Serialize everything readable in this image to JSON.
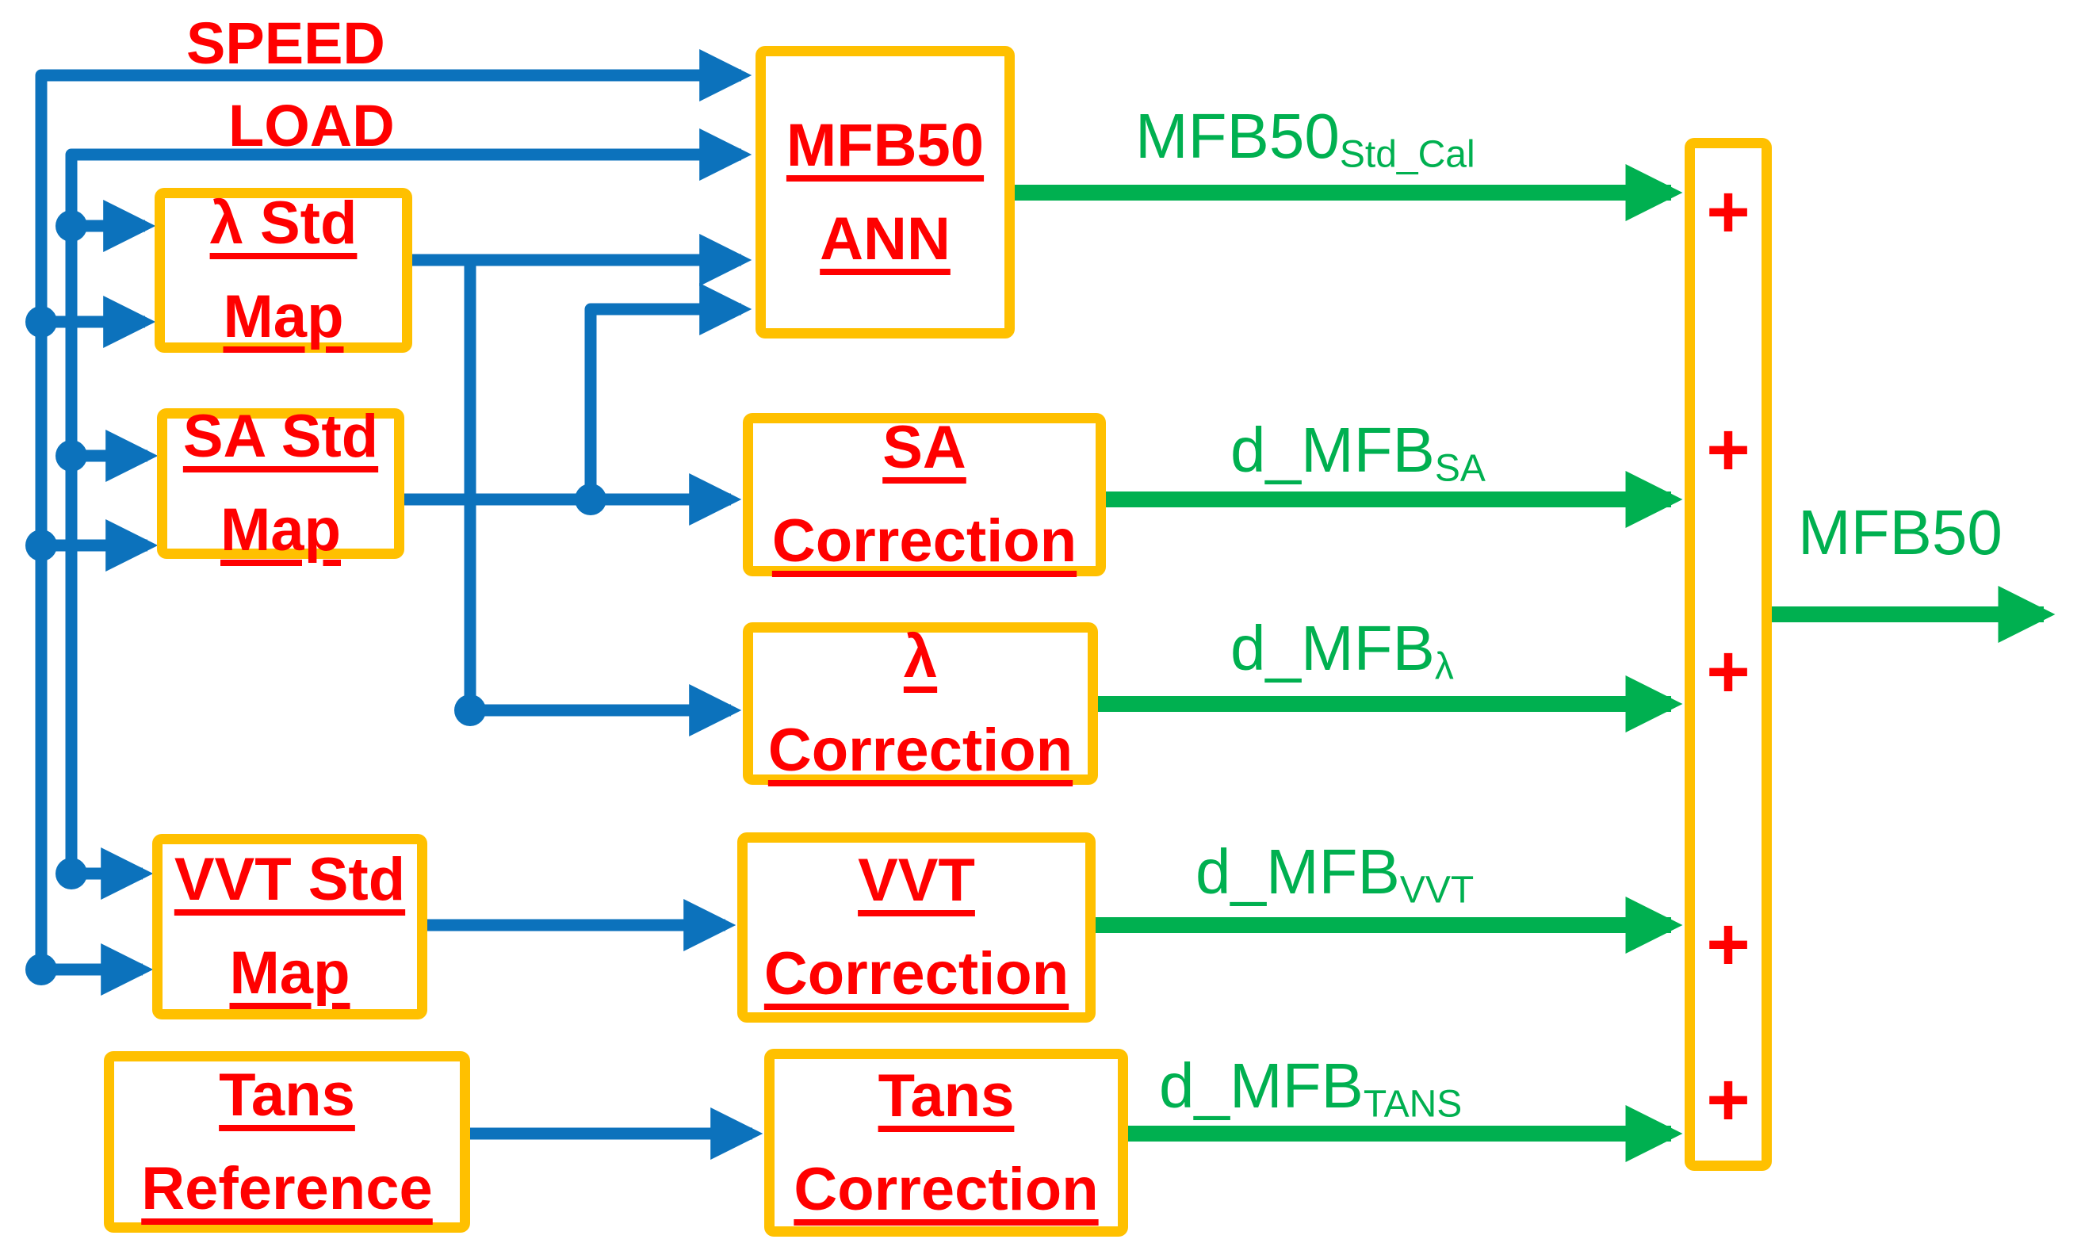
{
  "diagram": {
    "inputs": {
      "speed": "SPEED",
      "load": "LOAD"
    },
    "blocks": {
      "lambda_std_map": {
        "line1": "λ Std",
        "line2": "Map"
      },
      "sa_std_map": {
        "line1": "SA Std",
        "line2": "Map"
      },
      "vvt_std_map": {
        "line1": "VVT Std",
        "line2": "Map"
      },
      "tans_reference": {
        "line1": "Tans",
        "line2": "Reference"
      },
      "mfb50_ann": {
        "line1": "MFB50",
        "line2": "ANN"
      },
      "sa_correction": {
        "line1": "SA",
        "line2": "Correction"
      },
      "lambda_correction": {
        "line1": "λ",
        "line2": "Correction"
      },
      "vvt_correction": {
        "line1": "VVT",
        "line2": "Correction"
      },
      "tans_correction": {
        "line1": "Tans",
        "line2": "Correction"
      }
    },
    "signals": {
      "mfb50_std_cal": {
        "base": "MFB50",
        "sub": "Std_Cal"
      },
      "d_mfb_sa": {
        "base": "d_MFB",
        "sub": "SA"
      },
      "d_mfb_lambda": {
        "base": "d_MFB",
        "sub": "λ"
      },
      "d_mfb_vvt": {
        "base": "d_MFB",
        "sub": "VVT"
      },
      "d_mfb_tans": {
        "base": "d_MFB",
        "sub": "TANS"
      },
      "output": "MFB50"
    },
    "summer": {
      "plus": "+"
    },
    "colors": {
      "blue": "#0C72BC",
      "green": "#00B050",
      "red": "#FF0000",
      "gold": "#FFC000"
    }
  }
}
